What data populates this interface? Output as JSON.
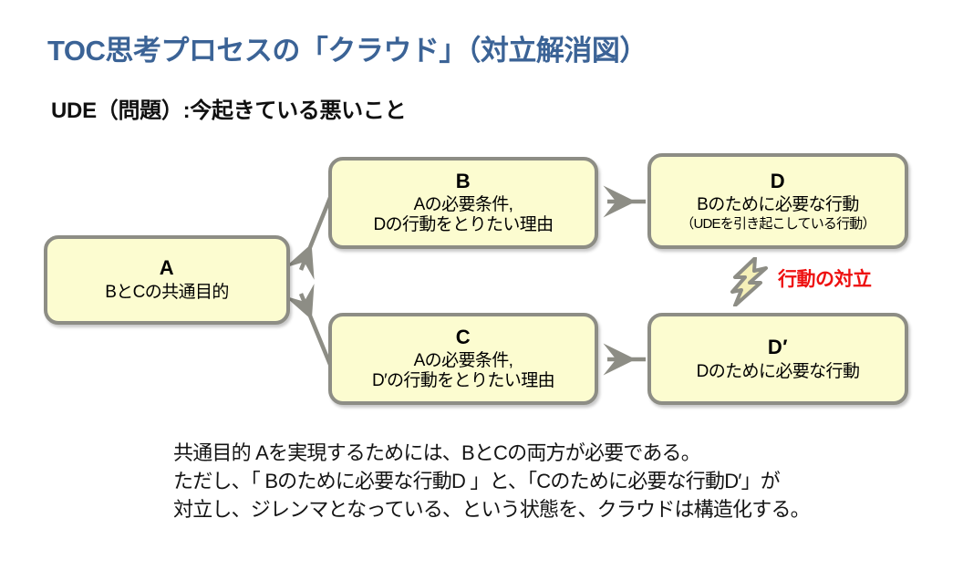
{
  "slide": {
    "title": "TOC思考プロセスの「クラウド」（対立解消図）",
    "subtitle": "UDE（問題）:今起きている悪いこと",
    "title_color": "#3B6396",
    "conflict_color": "#EE1111",
    "node_fill": "#FCFCD0",
    "node_border": "#8D8D85"
  },
  "nodes": [
    {
      "id": "A",
      "key": "A",
      "lines": [
        "BとCの共通目的"
      ]
    },
    {
      "id": "B",
      "key": "B",
      "lines": [
        "Aの必要条件,",
        "Dの行動をとりたい理由"
      ]
    },
    {
      "id": "C",
      "key": "C",
      "lines": [
        "Aの必要条件,",
        "D′の行動をとりたい理由"
      ]
    },
    {
      "id": "D",
      "key": "D",
      "lines": [
        "Bのために必要な行動"
      ],
      "note": "（UDEを引き起こしている行動）"
    },
    {
      "id": "Dprime",
      "key": "D′",
      "lines": [
        "Dのために必要な行動"
      ]
    }
  ],
  "conflict": {
    "label": "行動の対立",
    "icon": "lightning-bolt-icon"
  },
  "connectors": [
    {
      "from": "D",
      "to": "B",
      "direction": "left"
    },
    {
      "from": "Dprime",
      "to": "C",
      "direction": "left"
    },
    {
      "from": "B",
      "to": "A",
      "direction": "left-down"
    },
    {
      "from": "C",
      "to": "A",
      "direction": "left-up"
    }
  ],
  "caption": {
    "lines": [
      "共通目的 Aを実現するためには、BとCの両方が必要である。",
      "ただし、「 Bのために必要な行動D 」と、「Cのために必要な行動D′」が",
      "対立し、ジレンマとなっている、という状態を、クラウドは構造化する。"
    ]
  }
}
